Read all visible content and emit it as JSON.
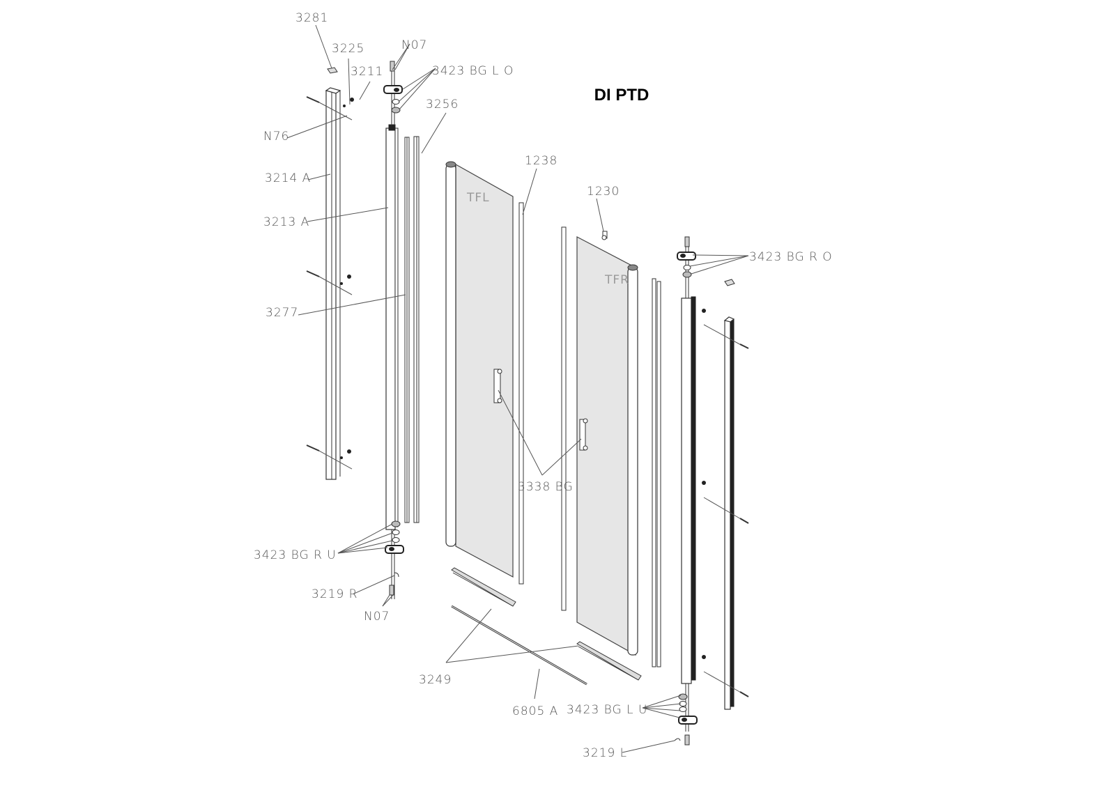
{
  "title": "DI PTD",
  "panels": {
    "left": "TFL",
    "right": "TFR"
  },
  "labels": {
    "p3281": "3281",
    "p3225": "3225",
    "p3211": "3211",
    "n07_top": "N07",
    "p3423_bg_l_o": "3423 BG L O",
    "p3256": "3256",
    "n76": "N76",
    "p3214a": "3214  A",
    "p3213a": "3213  A",
    "p1238": "1238",
    "p1230": "1230",
    "p3423_bg_r_o": "3423 BG R O",
    "p3277": "3277",
    "p3338_bg": "3338 BG",
    "p3423_bg_r_u": "3423 BG R U",
    "p3219r": "3219 R",
    "n07_bottom": "N07",
    "p3249": "3249",
    "p6805a": "6805  A",
    "p3423_bg_l_u": "3423 BG L U",
    "p3219l": "3219 L"
  }
}
